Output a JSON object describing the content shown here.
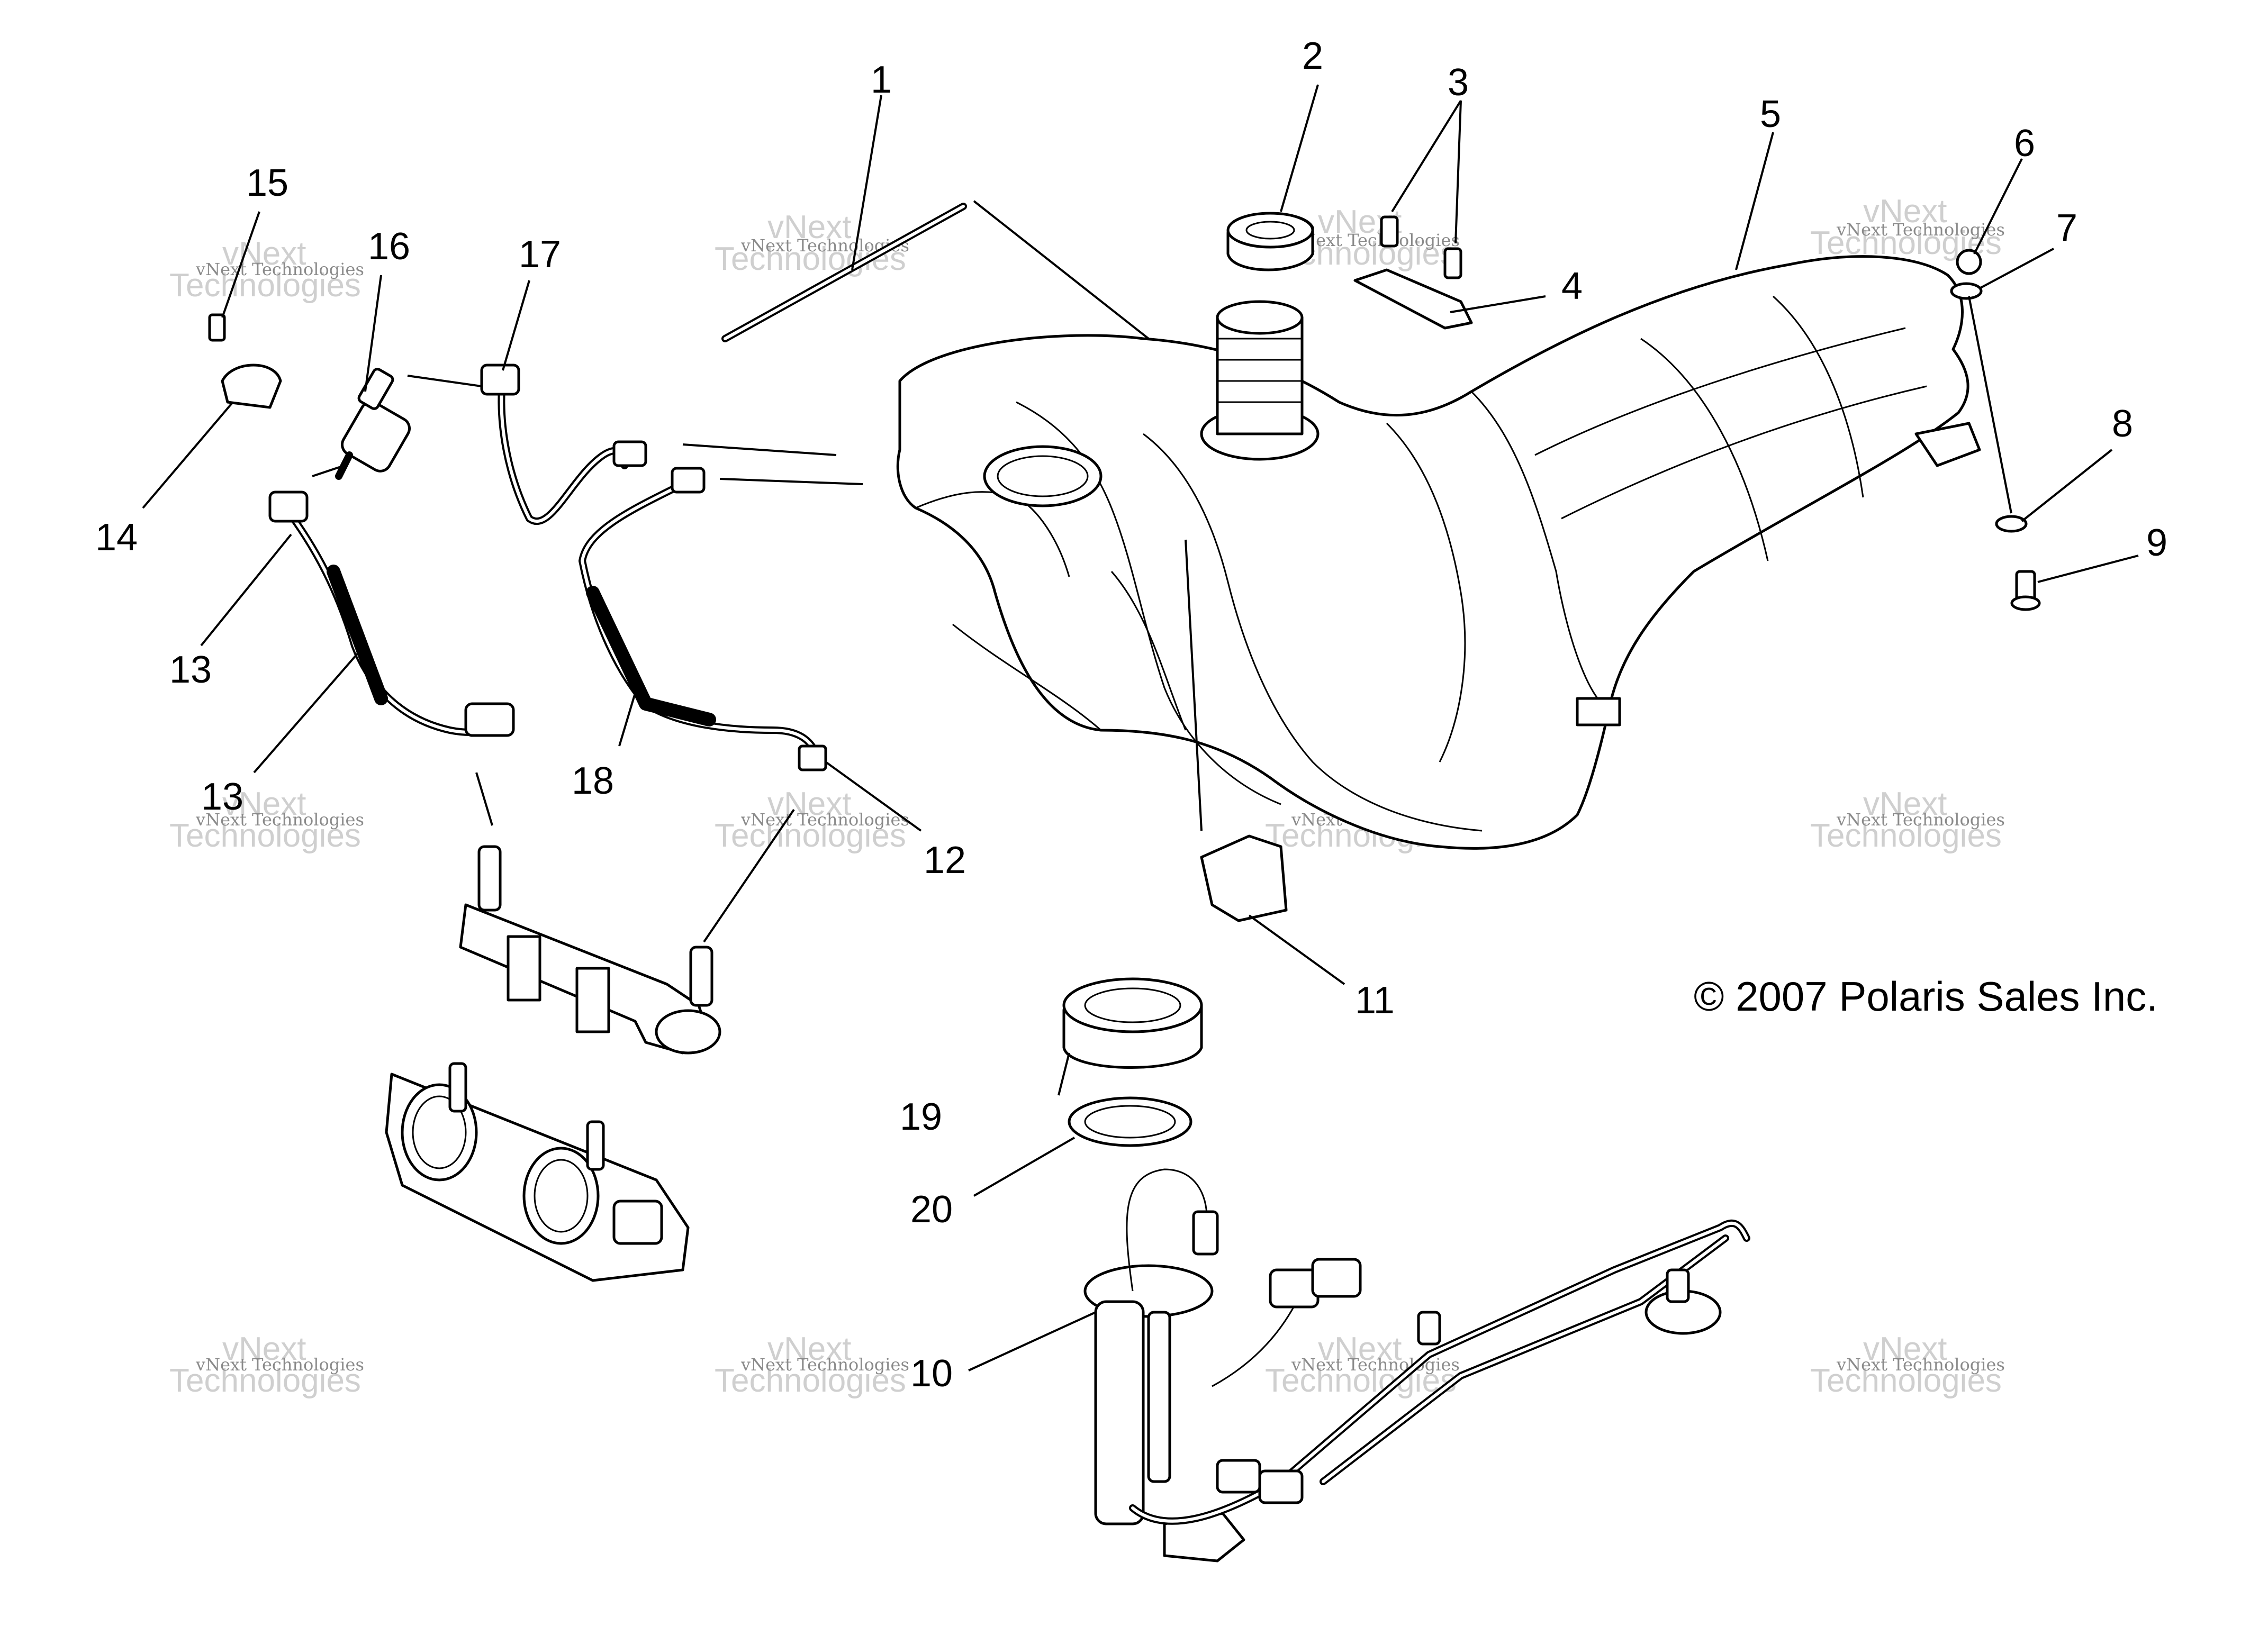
{
  "callouts": [
    {
      "id": "1",
      "text": "1"
    },
    {
      "id": "2",
      "text": "2"
    },
    {
      "id": "3",
      "text": "3"
    },
    {
      "id": "4",
      "text": "4"
    },
    {
      "id": "5",
      "text": "5"
    },
    {
      "id": "6",
      "text": "6"
    },
    {
      "id": "7",
      "text": "7"
    },
    {
      "id": "8",
      "text": "8"
    },
    {
      "id": "9",
      "text": "9"
    },
    {
      "id": "10",
      "text": "10"
    },
    {
      "id": "11",
      "text": "11"
    },
    {
      "id": "12",
      "text": "12"
    },
    {
      "id": "13a",
      "text": "13"
    },
    {
      "id": "13b",
      "text": "13"
    },
    {
      "id": "14",
      "text": "14"
    },
    {
      "id": "15",
      "text": "15"
    },
    {
      "id": "16",
      "text": "16"
    },
    {
      "id": "17",
      "text": "17"
    },
    {
      "id": "18",
      "text": "18"
    },
    {
      "id": "19",
      "text": "19"
    },
    {
      "id": "20",
      "text": "20"
    }
  ],
  "copyright": "© 2007 Polaris Sales Inc.",
  "watermark": {
    "line1": "vNext Technologies",
    "line2": "vNext",
    "line3": "Technologies"
  }
}
